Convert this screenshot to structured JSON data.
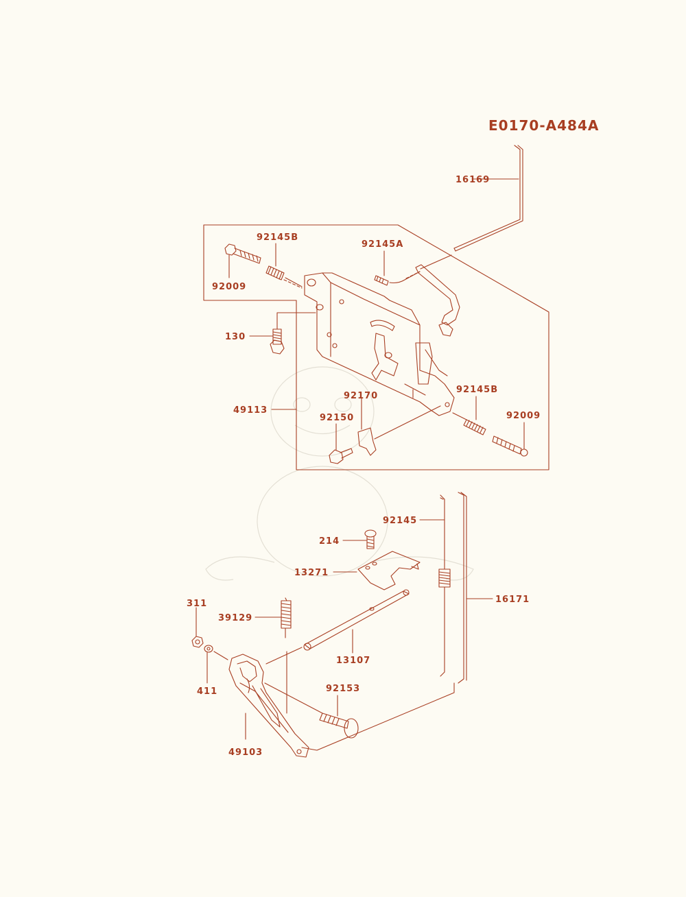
{
  "diagram_code": "E0170-A484A",
  "colors": {
    "line": "#a83e22",
    "text": "#a83e22",
    "background": "#fdfbf3",
    "watermark": "#d9d4c7"
  },
  "labels": {
    "p16169": "16169",
    "p92145B_top": "92145B",
    "p92145A": "92145A",
    "p92009_top": "92009",
    "p130": "130",
    "p49113": "49113",
    "p92170": "92170",
    "p92150": "92150",
    "p92145B_bottom": "92145B",
    "p92009_bottom": "92009",
    "p92145": "92145",
    "p214": "214",
    "p13271": "13271",
    "p16171": "16171",
    "p311": "311",
    "p39129": "39129",
    "p13107": "13107",
    "p411": "411",
    "p92153": "92153",
    "p49103": "49103"
  }
}
